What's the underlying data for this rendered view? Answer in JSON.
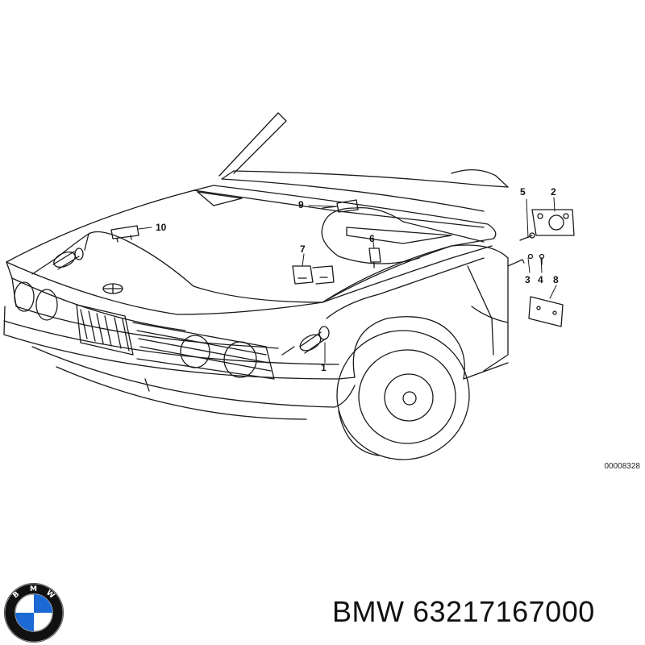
{
  "diagram": {
    "callouts": [
      "1",
      "2",
      "3",
      "4",
      "5",
      "6",
      "7",
      "8",
      "9",
      "10"
    ],
    "reference_number": "00008328"
  },
  "footer": {
    "brand": "BMW",
    "part_number": "63217167000",
    "logo_letters": [
      "B",
      "M",
      "W"
    ]
  },
  "colors": {
    "line": "#1a1a1a",
    "logo_blue": "#1c69d4",
    "logo_ring": "#111111"
  }
}
